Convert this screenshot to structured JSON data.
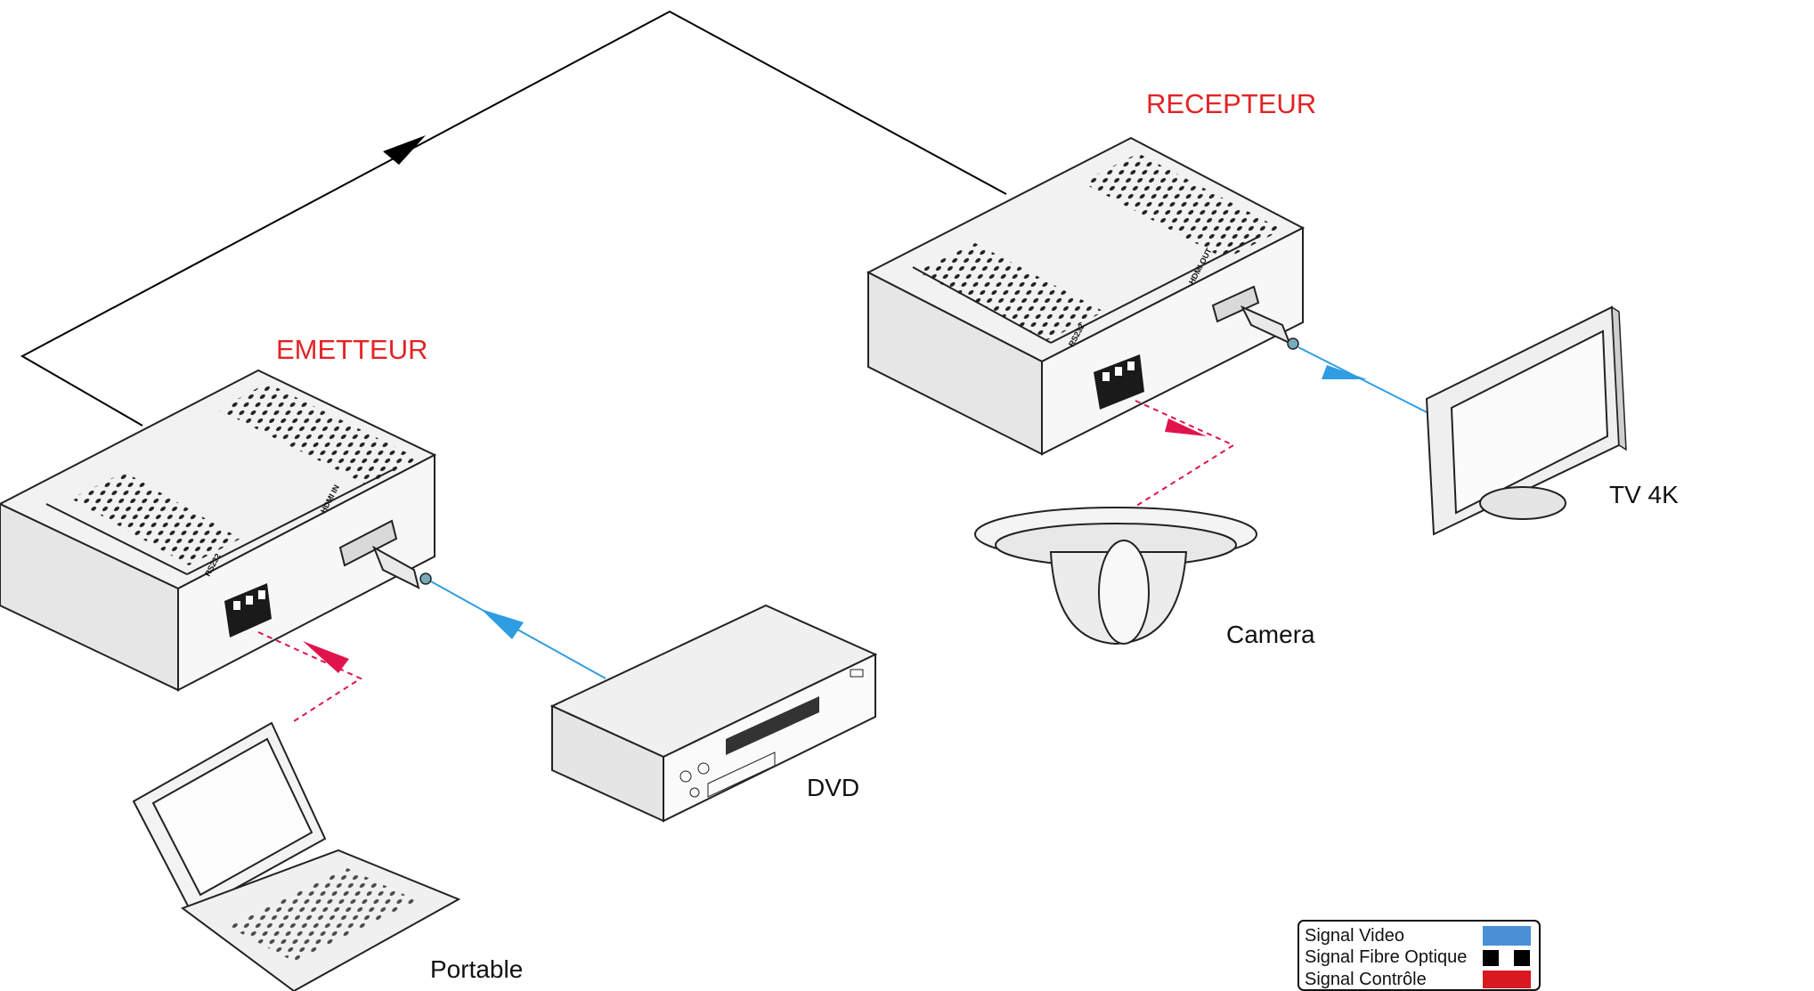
{
  "labels": {
    "emitter": "EMETTEUR",
    "receiver": "RECEPTEUR",
    "laptop": "Portable",
    "dvd": "DVD",
    "camera": "Camera",
    "tv": "TV 4K"
  },
  "ports": {
    "emitter_rs232": "RS232",
    "emitter_hdmi": "HDMI IN",
    "receiver_rs232": "RS232",
    "receiver_hdmi": "HDMI OUT"
  },
  "legend": {
    "items": [
      {
        "label": "Signal Video",
        "color": "#4a90d6"
      },
      {
        "label": "Signal Fibre Optique",
        "color": "#000000"
      },
      {
        "label": "Signal Contrôle",
        "color": "#d81920"
      }
    ]
  },
  "colors": {
    "video": "#2e9de2",
    "control": "#e0144c",
    "fiber": "#000000",
    "title": "#e32326"
  }
}
